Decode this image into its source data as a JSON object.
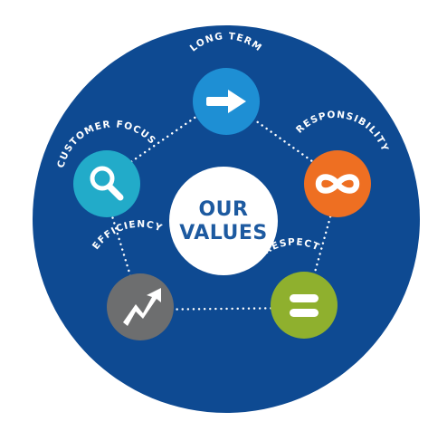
{
  "center": {
    "line1": "OUR",
    "line2": "VALUES"
  },
  "values": [
    {
      "label": "LONG TERM",
      "icon": "arrow-right-icon",
      "color": "#1e8fd4"
    },
    {
      "label": "RESPONSIBILITY",
      "icon": "infinity-icon",
      "color": "#ee6f22"
    },
    {
      "label": "RESPECT",
      "icon": "equals-icon",
      "color": "#8fb02e"
    },
    {
      "label": "EFFICIENCY",
      "icon": "growth-zigzag-icon",
      "color": "#6d6e6f"
    },
    {
      "label": "CUSTOMER FOCUS",
      "icon": "magnifier-icon",
      "color": "#22abc9"
    }
  ],
  "colors": {
    "background_circle": "#0e4a92",
    "center_circle": "#ffffff",
    "center_text": "#1d5aa0",
    "connector_dots": "#ffffff"
  }
}
